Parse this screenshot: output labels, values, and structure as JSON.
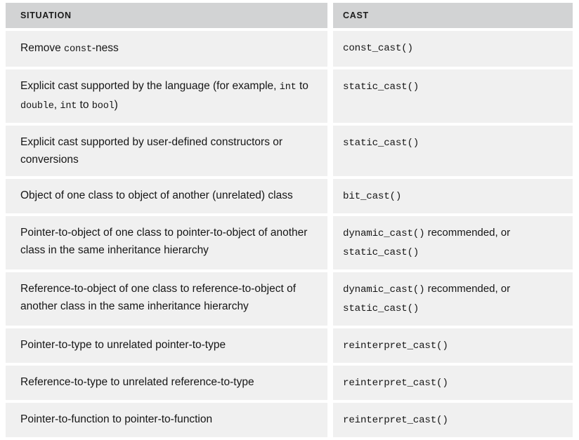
{
  "table": {
    "columns": [
      {
        "key": "situation",
        "label": "SITUATION"
      },
      {
        "key": "cast",
        "label": "CAST"
      }
    ],
    "colors": {
      "header_background": "#d2d3d4",
      "row_background": "#f0f0f0",
      "page_background": "#ffffff",
      "text": "#161616"
    },
    "rows": [
      {
        "situation_segments": [
          {
            "text": "Remove ",
            "style": "sans"
          },
          {
            "text": "const",
            "style": "mono"
          },
          {
            "text": "-ness",
            "style": "sans"
          }
        ],
        "situation_plain": "Remove const-ness",
        "cast_segments": [
          {
            "text": "const_cast()",
            "style": "mono"
          }
        ],
        "cast_plain": "const_cast()"
      },
      {
        "situation_segments": [
          {
            "text": "Explicit cast supported by the language (for example, ",
            "style": "sans"
          },
          {
            "text": "int",
            "style": "mono"
          },
          {
            "text": " to ",
            "style": "sans"
          },
          {
            "text": "double",
            "style": "mono"
          },
          {
            "text": ", ",
            "style": "sans"
          },
          {
            "text": "int",
            "style": "mono"
          },
          {
            "text": " to ",
            "style": "sans"
          },
          {
            "text": "bool",
            "style": "mono"
          },
          {
            "text": ")",
            "style": "sans"
          }
        ],
        "situation_plain": "Explicit cast supported by the language (for example, int to double, int to bool)",
        "cast_segments": [
          {
            "text": "static_cast()",
            "style": "mono"
          }
        ],
        "cast_plain": "static_cast()"
      },
      {
        "situation_segments": [
          {
            "text": "Explicit cast supported by user-defined constructors or conversions",
            "style": "sans"
          }
        ],
        "situation_plain": "Explicit cast supported by user-defined constructors or conversions",
        "cast_segments": [
          {
            "text": "static_cast()",
            "style": "mono"
          }
        ],
        "cast_plain": "static_cast()"
      },
      {
        "situation_segments": [
          {
            "text": "Object of one class to object of another (unrelated) class",
            "style": "sans"
          }
        ],
        "situation_plain": "Object of one class to object of another (unrelated) class",
        "cast_segments": [
          {
            "text": "bit_cast()",
            "style": "mono"
          }
        ],
        "cast_plain": "bit_cast()"
      },
      {
        "situation_segments": [
          {
            "text": "Pointer-to-object of one class to pointer-to-object of another class in the same inheritance hierarchy",
            "style": "sans"
          }
        ],
        "situation_plain": "Pointer-to-object of one class to pointer-to-object of another class in the same inheritance hierarchy",
        "cast_segments": [
          {
            "text": "dynamic_cast()",
            "style": "mono"
          },
          {
            "text": " recommended, or ",
            "style": "sans"
          },
          {
            "text": "static_cast()",
            "style": "mono"
          }
        ],
        "cast_plain": "dynamic_cast() recommended, or static_cast()"
      },
      {
        "situation_segments": [
          {
            "text": "Reference-to-object of one class to reference-to-object of another class in the same inheritance hierarchy",
            "style": "sans"
          }
        ],
        "situation_plain": "Reference-to-object of one class to reference-to-object of another class in the same inheritance hierarchy",
        "cast_segments": [
          {
            "text": "dynamic_cast()",
            "style": "mono"
          },
          {
            "text": " recommended, or ",
            "style": "sans"
          },
          {
            "text": "static_cast()",
            "style": "mono"
          }
        ],
        "cast_plain": "dynamic_cast() recommended, or static_cast()"
      },
      {
        "situation_segments": [
          {
            "text": "Pointer-to-type to unrelated pointer-to-type",
            "style": "sans"
          }
        ],
        "situation_plain": "Pointer-to-type to unrelated pointer-to-type",
        "cast_segments": [
          {
            "text": "reinterpret_cast()",
            "style": "mono"
          }
        ],
        "cast_plain": "reinterpret_cast()"
      },
      {
        "situation_segments": [
          {
            "text": "Reference-to-type to unrelated reference-to-type",
            "style": "sans"
          }
        ],
        "situation_plain": "Reference-to-type to unrelated reference-to-type",
        "cast_segments": [
          {
            "text": "reinterpret_cast()",
            "style": "mono"
          }
        ],
        "cast_plain": "reinterpret_cast()"
      },
      {
        "situation_segments": [
          {
            "text": "Pointer-to-function to pointer-to-function",
            "style": "sans"
          }
        ],
        "situation_plain": "Pointer-to-function to pointer-to-function",
        "cast_segments": [
          {
            "text": "reinterpret_cast()",
            "style": "mono"
          }
        ],
        "cast_plain": "reinterpret_cast()"
      }
    ]
  }
}
